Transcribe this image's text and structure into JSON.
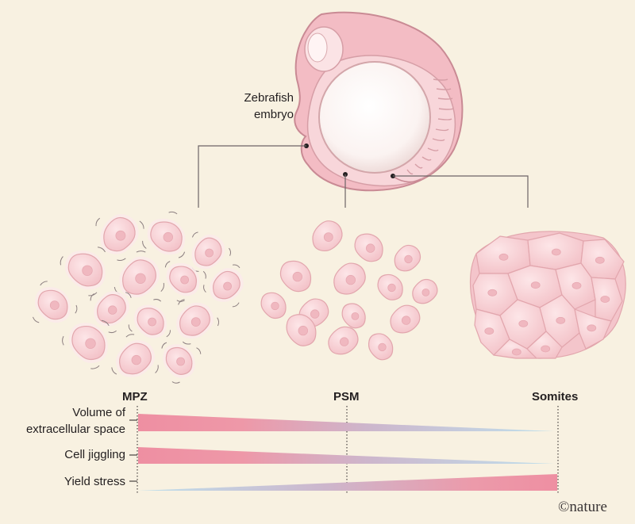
{
  "embryo_label": [
    "Zebrafish",
    "embryo"
  ],
  "stages": [
    "MPZ",
    "PSM",
    "Somites"
  ],
  "rows": [
    {
      "label": [
        "Volume of",
        "extracellular space"
      ],
      "trend": "decreasing"
    },
    {
      "label": [
        "Cell jiggling"
      ],
      "trend": "decreasing"
    },
    {
      "label": [
        "Yield stress"
      ],
      "trend": "increasing"
    }
  ],
  "credit": "©nature",
  "colors": {
    "background": "#f8f1e1",
    "cell_fill": "#f6cfd3",
    "cell_edge": "#e2a6ad",
    "nucleus": "#f0b8c0",
    "gradient_high": "#ee8fa2",
    "gradient_low": "#bfe0ec",
    "leader_line": "#6d6466"
  }
}
